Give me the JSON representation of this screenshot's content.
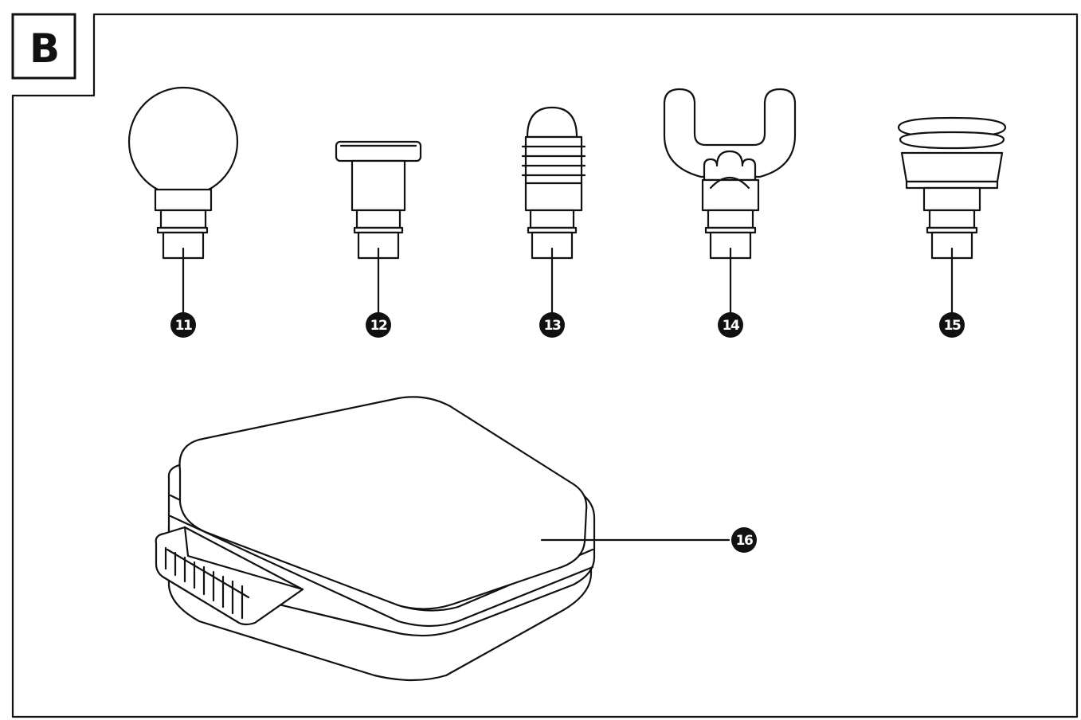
{
  "panel": {
    "label": "B"
  },
  "parts": [
    {
      "id": "ball",
      "number": "11"
    },
    {
      "id": "flat",
      "number": "12"
    },
    {
      "id": "bullet",
      "number": "13"
    },
    {
      "id": "fork",
      "number": "14"
    },
    {
      "id": "cushion",
      "number": "15"
    },
    {
      "id": "case",
      "number": "16"
    }
  ],
  "colors": {
    "line": "#111111",
    "background": "#ffffff"
  }
}
